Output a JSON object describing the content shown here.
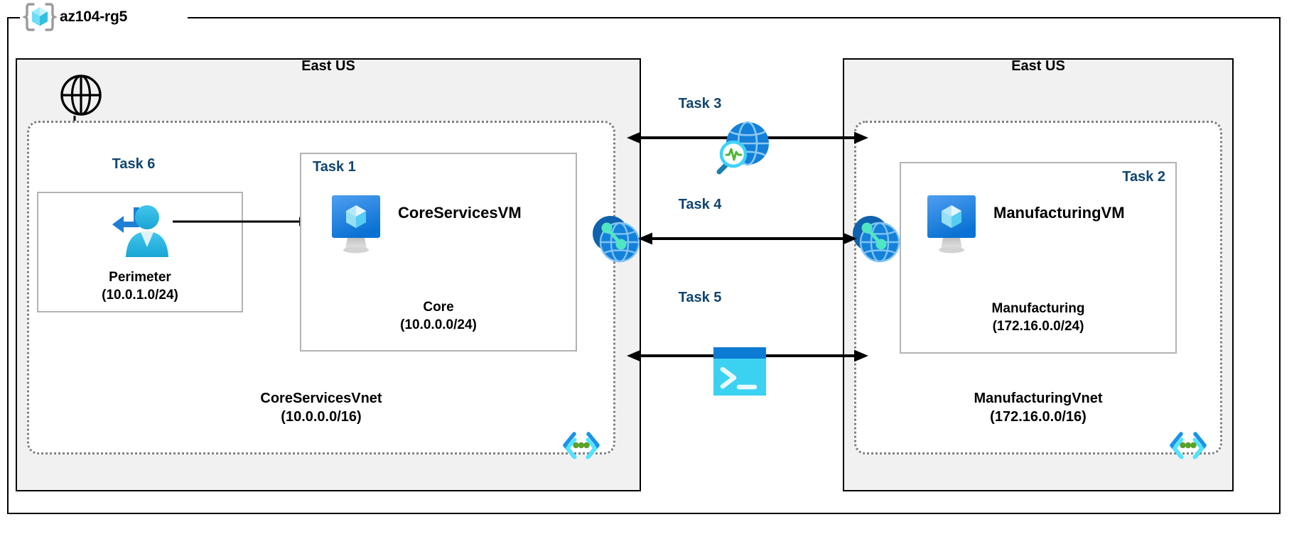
{
  "diagram": {
    "resource_group": {
      "name": "az104-rg5",
      "icon": "resource-group-cube-icon"
    },
    "regions": [
      {
        "id": "left",
        "title": "East US"
      },
      {
        "id": "right",
        "title": "East US"
      }
    ],
    "vnets": [
      {
        "id": "core",
        "name": "CoreServicesVnet",
        "cidr": "(10.0.0.0/16)",
        "corner_icon": "subnet-code-icon"
      },
      {
        "id": "manufacturing",
        "name": "ManufacturingVnet",
        "cidr": "(172.16.0.0/16)",
        "corner_icon": "subnet-code-icon"
      }
    ],
    "subnets": [
      {
        "id": "perimeter",
        "name": "Perimeter",
        "cidr": "(10.0.1.0/24)",
        "task": "Task 6",
        "task_align": "center",
        "icon": "bastion-user-icon"
      },
      {
        "id": "core-subnet",
        "name": "Core",
        "cidr": "(10.0.0.0/24)",
        "task": "Task 1",
        "task_align": "left",
        "icon": "virtual-machine-icon",
        "vm": "CoreServicesVM"
      },
      {
        "id": "manufacturing-subnet",
        "name": "Manufacturing",
        "cidr": "(172.16.0.0/24)",
        "task": "Task 2",
        "task_align": "right",
        "icon": "virtual-machine-icon",
        "vm": "ManufacturingVM"
      }
    ],
    "connections": [
      {
        "id": "task3",
        "label": "Task 3",
        "icon": "network-watcher-icon",
        "arrow": "double"
      },
      {
        "id": "task4",
        "label": "Task 4",
        "icon": "vnet-peering-icon",
        "arrow": "double"
      },
      {
        "id": "task5",
        "label": "Task 5",
        "icon": "cloud-shell-icon",
        "arrow": "double"
      }
    ],
    "internet": {
      "icon": "internet-globe-icon",
      "arrow": "down-to-perimeter"
    },
    "colors": {
      "task_label": "#10456f",
      "region_fill": "#f1f1f1",
      "vnet_border": "#808080",
      "subnet_border": "#b3b3b3",
      "azure_blue": "#0078d4",
      "cyan": "#50e6ff",
      "peering_green": "#50e6c2",
      "code_green": "#5ca12a"
    }
  }
}
